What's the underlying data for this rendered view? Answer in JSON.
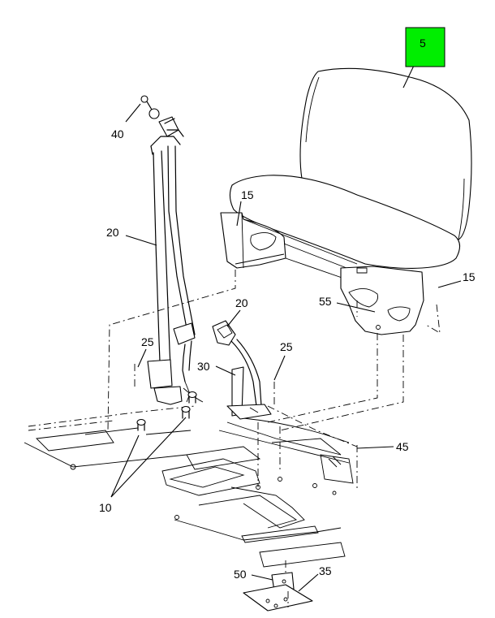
{
  "callouts": {
    "c5": "5",
    "c15a": "15",
    "c15b": "15",
    "c20a": "20",
    "c20b": "20",
    "c25a": "25",
    "c25b": "25",
    "c30": "30",
    "c35": "35",
    "c40": "40",
    "c45": "45",
    "c50": "50",
    "c55": "55",
    "c10": "10"
  },
  "colors": {
    "highlight": "#00ee00",
    "line": "#000000"
  }
}
